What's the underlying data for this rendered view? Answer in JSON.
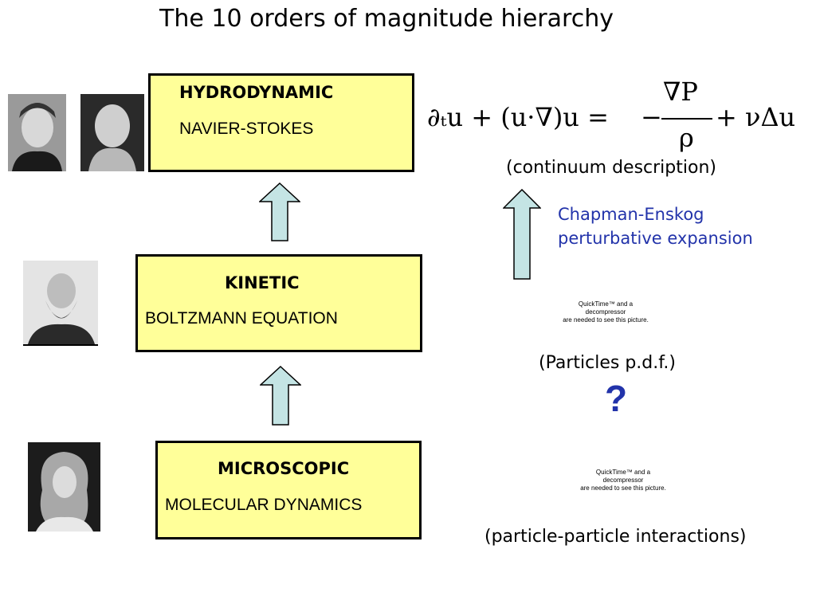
{
  "title": "The 10 orders of magnitude hierarchy",
  "levels": {
    "hydrodynamic": {
      "heading": "HYDRODYNAMIC",
      "subtitle": "NAVIER-STOKES"
    },
    "kinetic": {
      "heading": "KINETIC",
      "subtitle": "BOLTZMANN EQUATION"
    },
    "microscopic": {
      "heading": "MICROSCOPIC",
      "subtitle": "MOLECULAR DYNAMICS"
    }
  },
  "equation": {
    "lhs": "∂ₜu + (u·∇)u = ",
    "numerator": "∇P",
    "denominator": "ρ",
    "rhs": "+ νΔu"
  },
  "captions": {
    "continuum": "(continuum description)",
    "pdf": "(Particles p.d.f.)",
    "interactions": "(particle-particle interactions)"
  },
  "chapman": [
    "Chapman-Enskog",
    "perturbative expansion"
  ],
  "question_mark": "?",
  "quicktime": [
    "QuickTime™ and a",
    "decompressor",
    "are needed to see this picture."
  ],
  "colors": {
    "box_fill": "#ffff99",
    "arrow_fill": "#c4e4e4",
    "blue_text": "#2233aa"
  }
}
